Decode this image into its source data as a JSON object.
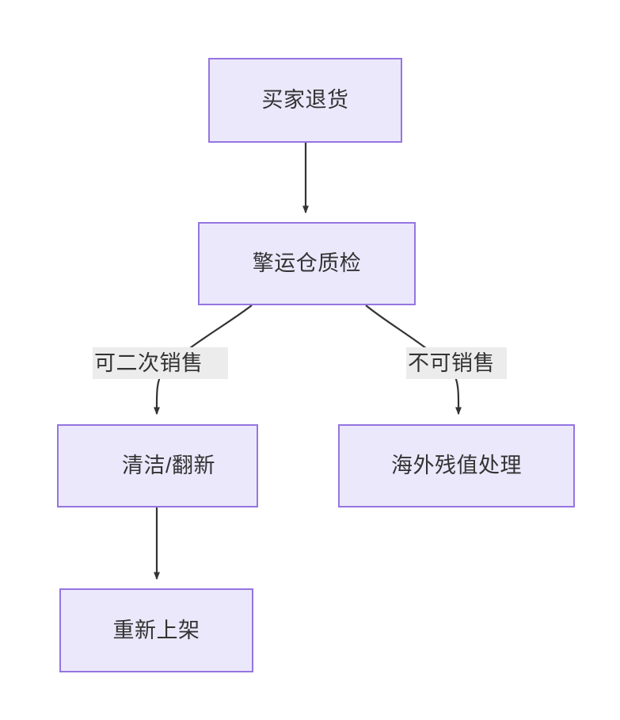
{
  "diagram": {
    "type": "flowchart",
    "direction": "top-down",
    "background_color": "#ffffff",
    "node_fill_color": "#ebe8fb",
    "node_border_color": "#9575e0",
    "edge_color": "#333333",
    "edge_label_background_color": "#ececec",
    "text_color": "#333333",
    "nodes": [
      {
        "id": "return",
        "label": "买家退货"
      },
      {
        "id": "inspection",
        "label": "擎运仓质检"
      },
      {
        "id": "clean_refurb",
        "label": "清洁/翻新"
      },
      {
        "id": "overseas",
        "label": "海外残值处理"
      },
      {
        "id": "relist",
        "label": "重新上架"
      }
    ],
    "edges": [
      {
        "from": "return",
        "to": "inspection",
        "label": ""
      },
      {
        "from": "inspection",
        "to": "clean_refurb",
        "label": "可二次销售"
      },
      {
        "from": "inspection",
        "to": "overseas",
        "label": "不可销售"
      },
      {
        "from": "clean_refurb",
        "to": "relist",
        "label": ""
      }
    ]
  }
}
